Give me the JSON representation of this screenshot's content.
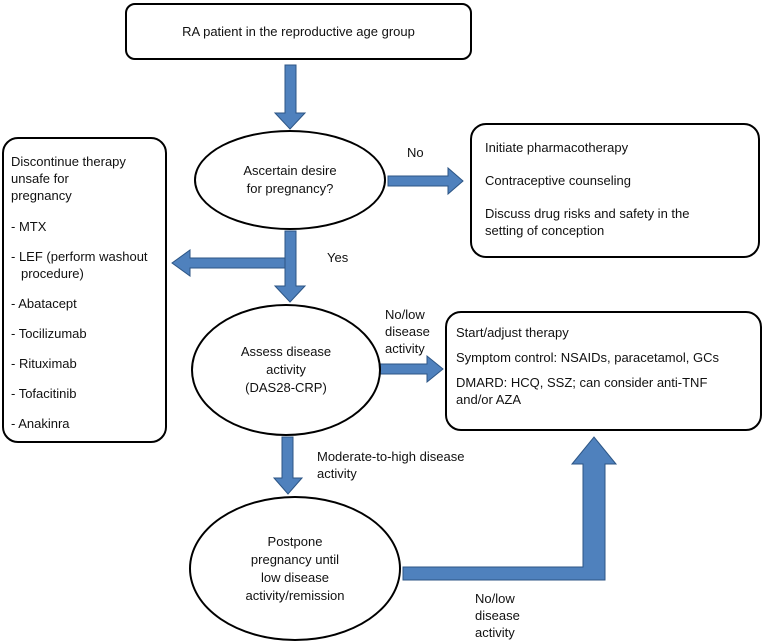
{
  "nodes": {
    "start": "RA patient in the reproductive age group",
    "desire": [
      "Ascertain desire",
      "for pregnancy?"
    ],
    "assess": [
      "Assess disease",
      "activity",
      "(DAS28-CRP)"
    ],
    "postpone": [
      "Postpone",
      "pregnancy until",
      "low disease",
      "activity/remission"
    ],
    "discontinue": {
      "heading": [
        "Discontinue therapy",
        "unsafe for",
        "pregnancy"
      ],
      "items": [
        "- MTX",
        "- LEF (perform washout",
        "procedure)",
        "- Abatacept",
        "- Tocilizumab",
        "- Rituximab",
        "- Tofacitinib",
        "- Anakinra"
      ]
    },
    "initiate": {
      "lines": [
        "Initiate pharmacotherapy",
        "Contraceptive counseling",
        "Discuss drug risks and safety in the",
        "setting of conception"
      ]
    },
    "adjust": {
      "lines": [
        "Start/adjust therapy",
        "Symptom control: NSAIDs, paracetamol, GCs",
        "DMARD: HCQ, SSZ; can consider anti-TNF",
        "and/or AZA"
      ]
    }
  },
  "edge_labels": {
    "no": "No",
    "yes": "Yes",
    "nolow1": [
      "No/low",
      "disease",
      "activity"
    ],
    "modhigh": [
      "Moderate-to-high disease",
      "activity"
    ],
    "nolow2": [
      "No/low",
      "disease",
      "activity"
    ]
  },
  "colors": {
    "arrow_fill": "#4f81bd",
    "arrow_stroke": "#2c5585",
    "border": "#000000"
  }
}
